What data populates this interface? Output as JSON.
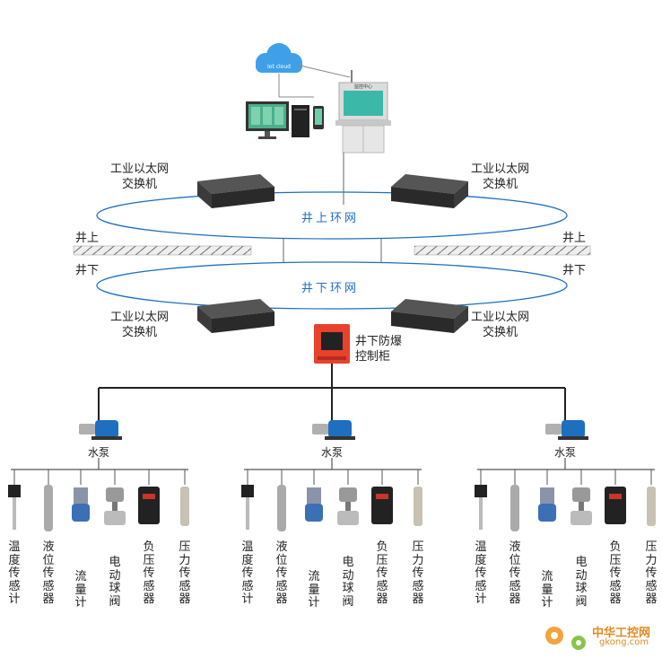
{
  "cloud_label": "Iot cloud",
  "console_label": "监控中心",
  "switch_label": "工业以太网\n交换机",
  "ring_top": "井上环网",
  "ring_bottom": "井下环网",
  "above_ground": "井上",
  "below_ground": "井下",
  "cabinet_label": "井下防爆\n控制柜",
  "pump_label": "水泵",
  "sensors": [
    "温度传感计",
    "液位传感器",
    "流量计",
    "电动球阀",
    "负压传感器",
    "压力传感器"
  ],
  "watermark": {
    "title": "中华工控网",
    "url": "gkong.com"
  },
  "colors": {
    "ring": "#1e6fc0",
    "cabinet": "#e8412c",
    "pump": "#1e6fc0"
  }
}
